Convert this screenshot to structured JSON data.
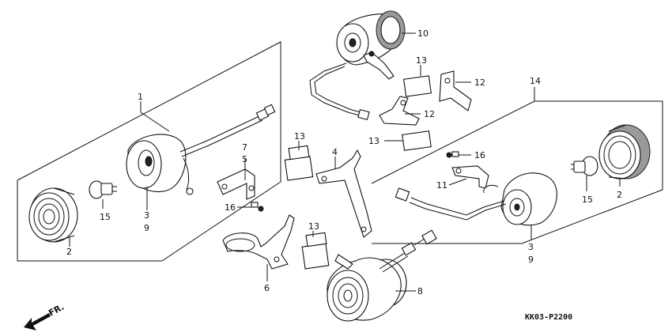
{
  "diagram": {
    "code": "KK03-P2200",
    "direction_label": "FR."
  },
  "callouts": {
    "c1": "1",
    "c2a": "2",
    "c2b": "2",
    "c3a": "3",
    "c9a": "9",
    "c3b": "3",
    "c9b": "9",
    "c4": "4",
    "c5": "5",
    "c6": "6",
    "c7": "7",
    "c8": "8",
    "c10": "10",
    "c11": "11",
    "c12a": "12",
    "c12b": "12",
    "c13a": "13",
    "c13b": "13",
    "c13c": "13",
    "c13d": "13",
    "c14": "14",
    "c15a": "15",
    "c15b": "15",
    "c16a": "16",
    "c16b": "16"
  }
}
